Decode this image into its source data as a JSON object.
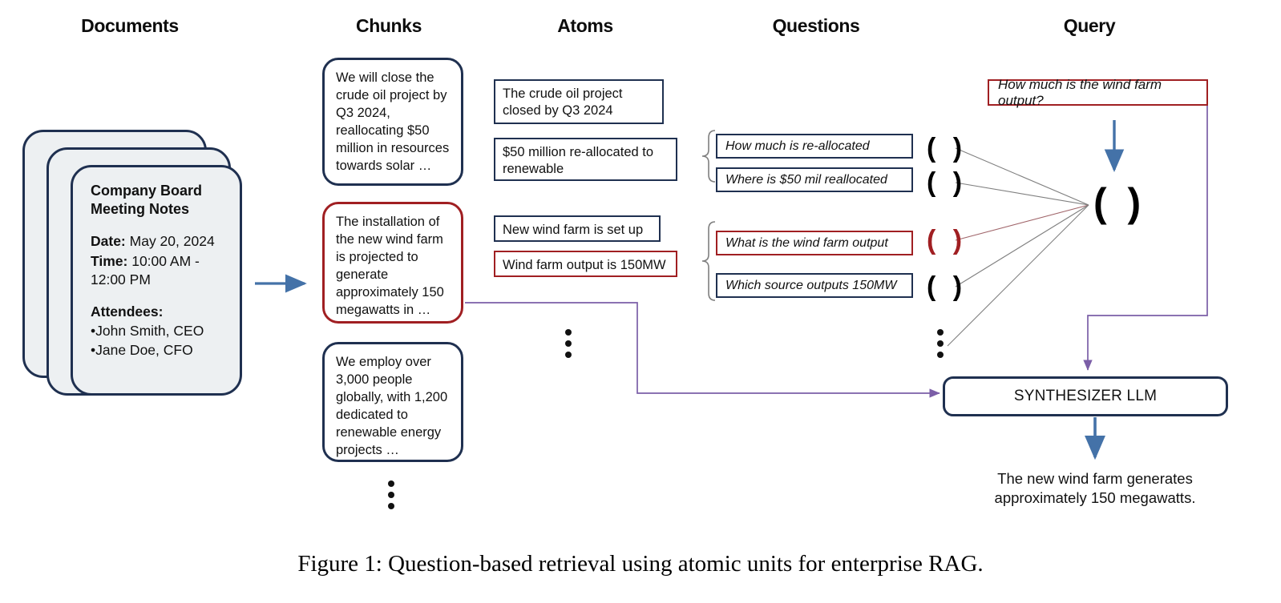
{
  "figure": {
    "caption": "Figure 1: Question-based retrieval using atomic units for enterprise RAG."
  },
  "colors": {
    "navy": "#1f3050",
    "red": "#a01f22",
    "blue_arrow": "#4472a8",
    "purple_wire": "#7b5ea7",
    "gray_wire": "#7f7f7f",
    "doc_fill": "#edf0f2"
  },
  "columns": [
    {
      "id": "documents",
      "label": "Documents"
    },
    {
      "id": "chunks",
      "label": "Chunks"
    },
    {
      "id": "atoms",
      "label": "Atoms"
    },
    {
      "id": "questions",
      "label": "Questions"
    },
    {
      "id": "query",
      "label": "Query"
    }
  ],
  "documents": {
    "stack_count": 3,
    "front_card": {
      "title": "Company Board Meeting Notes",
      "fields": [
        {
          "key": "Date:",
          "value": " May 20, 2024"
        },
        {
          "key": "Time:",
          "value": " 10:00 AM - 12:00 PM"
        }
      ],
      "attendees_label": "Attendees:",
      "attendees": [
        "•John Smith, CEO",
        "•Jane Doe, CFO"
      ]
    }
  },
  "chunks": [
    {
      "id": "chunk-1",
      "text": "We will close the crude oil project by Q3 2024, reallocating $50 million in resources towards solar …",
      "highlight": "navy"
    },
    {
      "id": "chunk-2",
      "text": "The installation of the new wind farm is projected to generate approximately 150 megawatts in …",
      "highlight": "red"
    },
    {
      "id": "chunk-3",
      "text": "We employ over 3,000 people globally, with 1,200 dedicated to renewable energy projects …",
      "highlight": "navy"
    }
  ],
  "chunks_more": "⋮",
  "atoms": [
    {
      "id": "atom-1",
      "text": "The crude oil project closed by Q3 2024",
      "highlight": "navy"
    },
    {
      "id": "atom-2",
      "text": "$50 million re-allocated to renewable",
      "highlight": "navy"
    },
    {
      "id": "atom-3",
      "text": "New wind farm is set up",
      "highlight": "navy"
    },
    {
      "id": "atom-4",
      "text": "Wind farm output is 150MW",
      "highlight": "red"
    }
  ],
  "atoms_more": "⋮",
  "questions": [
    {
      "id": "q-1",
      "text": "How much is re-allocated",
      "highlight": "navy",
      "embedding": "( )"
    },
    {
      "id": "q-2",
      "text": "Where is $50 mil reallocated",
      "highlight": "navy",
      "embedding": "( )"
    },
    {
      "id": "q-3",
      "text": "What is the wind farm output",
      "highlight": "red",
      "embedding": "( )"
    },
    {
      "id": "q-4",
      "text": "Which source outputs 150MW",
      "highlight": "navy",
      "embedding": "( )"
    }
  ],
  "questions_more": "⋮",
  "query": {
    "text": "How much is the wind farm output?",
    "embedding": "( )"
  },
  "synthesizer": {
    "label": "SYNTHESIZER LLM"
  },
  "answer": {
    "line1": "The new wind farm generates",
    "line2": "approximately 150 megawatts."
  }
}
